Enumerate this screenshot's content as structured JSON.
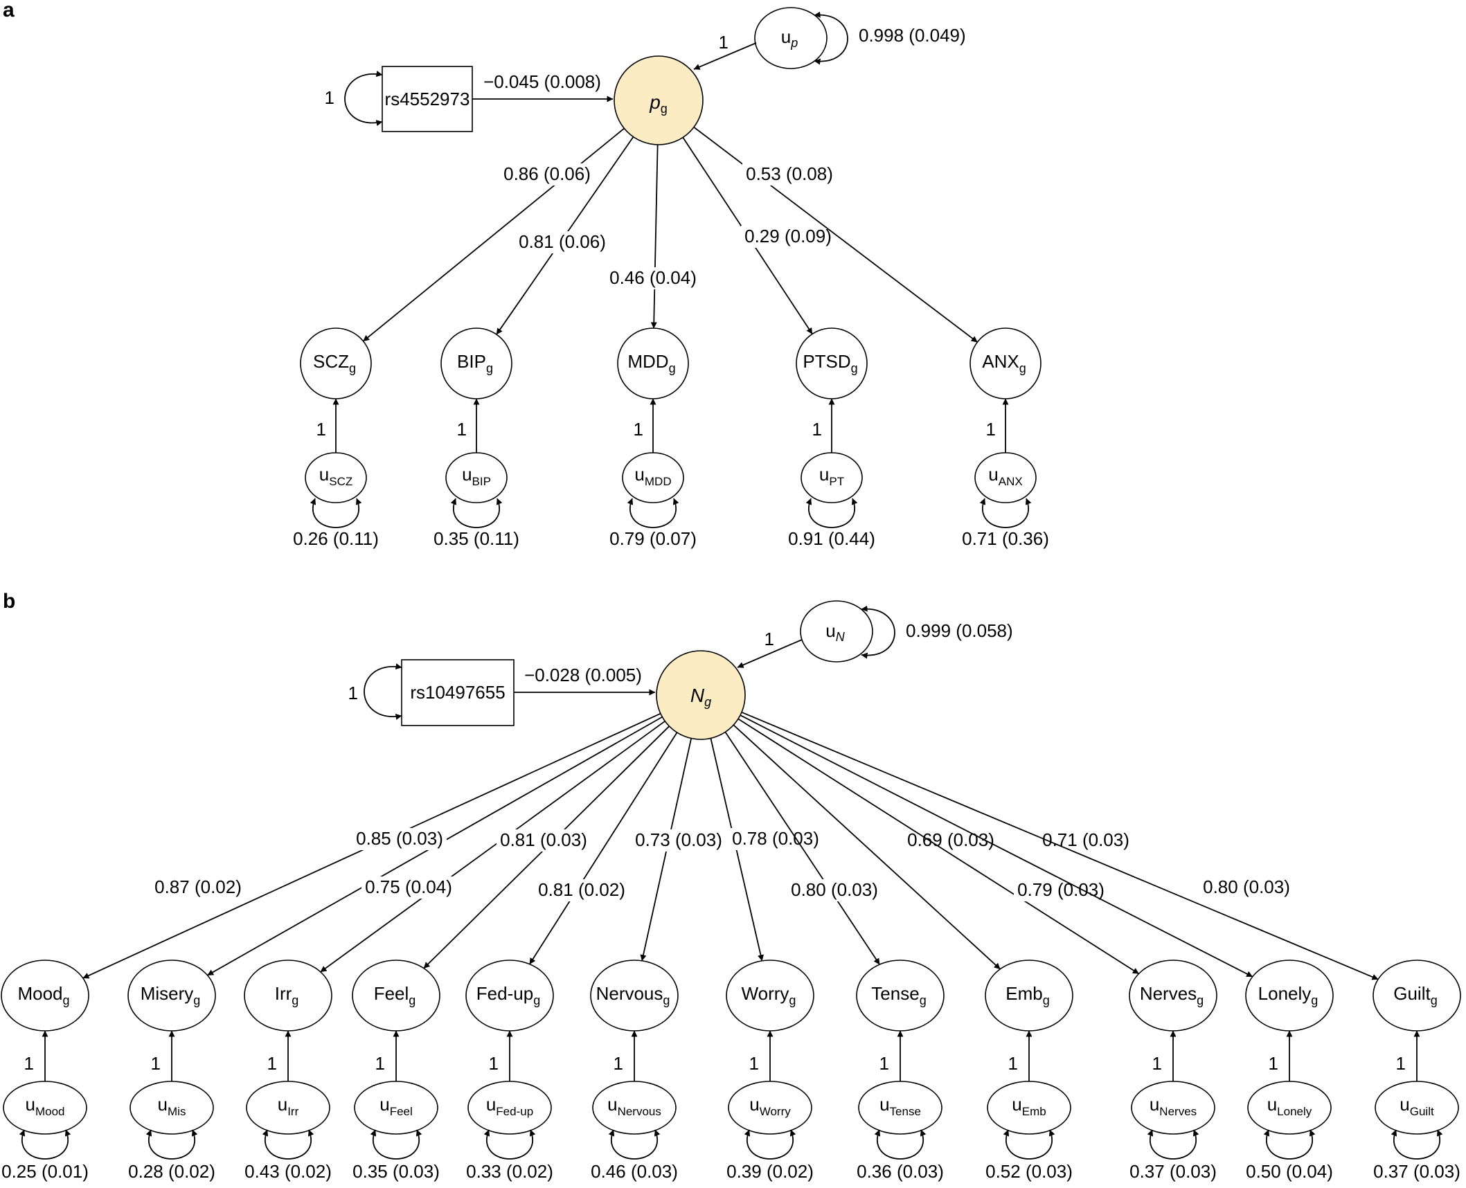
{
  "panels": [
    {
      "letter": "a",
      "latent": {
        "main": "p",
        "sub": "g",
        "italic": true
      },
      "snp": {
        "label": "rs4552973",
        "coef": "−0.045 (0.008)",
        "self": "1"
      },
      "residual": {
        "main": "u",
        "sub": "p",
        "path": "1",
        "variance": "0.998 (0.049)"
      },
      "indicators": [
        {
          "main": "SCZ",
          "sub": "g",
          "loading": "0.86 (0.06)",
          "u_main": "u",
          "u_sub": "SCZ",
          "u_path": "1",
          "u_var": "0.26 (0.11)"
        },
        {
          "main": "BIP",
          "sub": "g",
          "loading": "0.81 (0.06)",
          "u_main": "u",
          "u_sub": "BIP",
          "u_path": "1",
          "u_var": "0.35 (0.11)"
        },
        {
          "main": "MDD",
          "sub": "g",
          "loading": "0.46 (0.04)",
          "u_main": "u",
          "u_sub": "MDD",
          "u_path": "1",
          "u_var": "0.79 (0.07)"
        },
        {
          "main": "PTSD",
          "sub": "g",
          "loading": "0.29 (0.09)",
          "u_main": "u",
          "u_sub": "PT",
          "u_path": "1",
          "u_var": "0.91 (0.44)"
        },
        {
          "main": "ANX",
          "sub": "g",
          "loading": "0.53 (0.08)",
          "u_main": "u",
          "u_sub": "ANX",
          "u_path": "1",
          "u_var": "0.71 (0.36)"
        }
      ]
    },
    {
      "letter": "b",
      "latent": {
        "main": "N",
        "sub": "g",
        "italic": true
      },
      "snp": {
        "label": "rs10497655",
        "coef": "−0.028 (0.005)",
        "self": "1"
      },
      "residual": {
        "main": "u",
        "sub": "N",
        "path": "1",
        "variance": "0.999 (0.058)"
      },
      "indicators": [
        {
          "main": "Mood",
          "sub": "g",
          "loading": "0.87 (0.02)",
          "u_main": "u",
          "u_sub": "Mood",
          "u_path": "1",
          "u_var": "0.25 (0.01)"
        },
        {
          "main": "Misery",
          "sub": "g",
          "loading": "0.85 (0.03)",
          "u_main": "u",
          "u_sub": "Mis",
          "u_path": "1",
          "u_var": "0.28 (0.02)"
        },
        {
          "main": "Irr",
          "sub": "g",
          "loading": "0.75 (0.04)",
          "u_main": "u",
          "u_sub": "Irr",
          "u_path": "1",
          "u_var": "0.43 (0.02)"
        },
        {
          "main": "Feel",
          "sub": "g",
          "loading": "0.81 (0.03)",
          "u_main": "u",
          "u_sub": "Feel",
          "u_path": "1",
          "u_var": "0.35 (0.03)"
        },
        {
          "main": "Fed-up",
          "sub": "g",
          "loading": "0.81 (0.02)",
          "u_main": "u",
          "u_sub": "Fed-up",
          "u_path": "1",
          "u_var": "0.33 (0.02)"
        },
        {
          "main": "Nervous",
          "sub": "g",
          "loading": "0.73 (0.03)",
          "u_main": "u",
          "u_sub": "Nervous",
          "u_path": "1",
          "u_var": "0.46 (0.03)"
        },
        {
          "main": "Worry",
          "sub": "g",
          "loading": "0.78 (0.03)",
          "u_main": "u",
          "u_sub": "Worry",
          "u_path": "1",
          "u_var": "0.39 (0.02)"
        },
        {
          "main": "Tense",
          "sub": "g",
          "loading": "0.80 (0.03)",
          "u_main": "u",
          "u_sub": "Tense",
          "u_path": "1",
          "u_var": "0.36 (0.03)"
        },
        {
          "main": "Emb",
          "sub": "g",
          "loading": "0.69 (0.03)",
          "u_main": "u",
          "u_sub": "Emb",
          "u_path": "1",
          "u_var": "0.52 (0.03)"
        },
        {
          "main": "Nerves",
          "sub": "g",
          "loading": "0.79 (0.03)",
          "u_main": "u",
          "u_sub": "Nerves",
          "u_path": "1",
          "u_var": "0.37 (0.03)"
        },
        {
          "main": "Lonely",
          "sub": "g",
          "loading": "0.71 (0.03)",
          "u_main": "u",
          "u_sub": "Lonely",
          "u_path": "1",
          "u_var": "0.50 (0.04)"
        },
        {
          "main": "Guilt",
          "sub": "g",
          "loading": "0.80 (0.03)",
          "u_main": "u",
          "u_sub": "Guilt",
          "u_path": "1",
          "u_var": "0.37 (0.03)"
        }
      ]
    }
  ],
  "colors": {
    "latent_fill": "#fcecc4",
    "stroke": "#000000"
  }
}
